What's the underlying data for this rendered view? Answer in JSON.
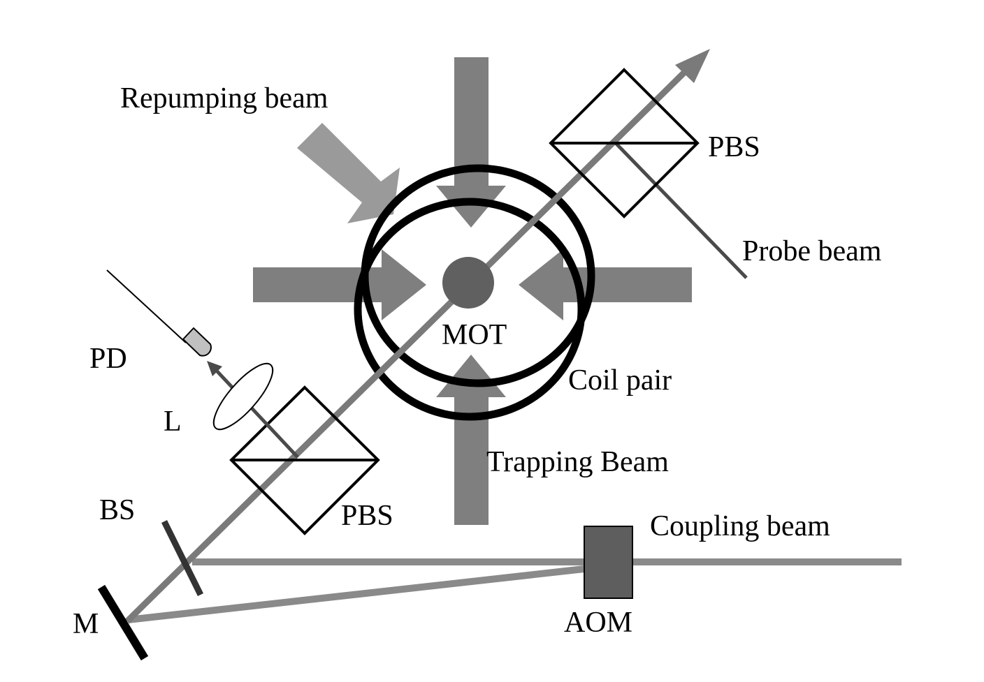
{
  "labels": {
    "repumping_beam": "Repumping beam",
    "pbs_top": "PBS",
    "probe_beam": "Probe beam",
    "mot": "MOT",
    "coil_pair": "Coil pair",
    "trapping_beam": "Trapping Beam",
    "pd": "PD",
    "lens": "L",
    "pbs_bottom": "PBS",
    "bs": "BS",
    "coupling_beam": "Coupling beam",
    "mirror": "M",
    "aom": "AOM"
  },
  "colors": {
    "trapping_beam": "#7f7f7f",
    "repumping_beam": "#9a9a9a",
    "probe_beam": "#7a7a7a",
    "coupling_beam": "#8a8a8a",
    "mot": "#606060",
    "aom": "#5e5e5e",
    "photodiode": "#c0c0c0",
    "coil": "#000000"
  }
}
